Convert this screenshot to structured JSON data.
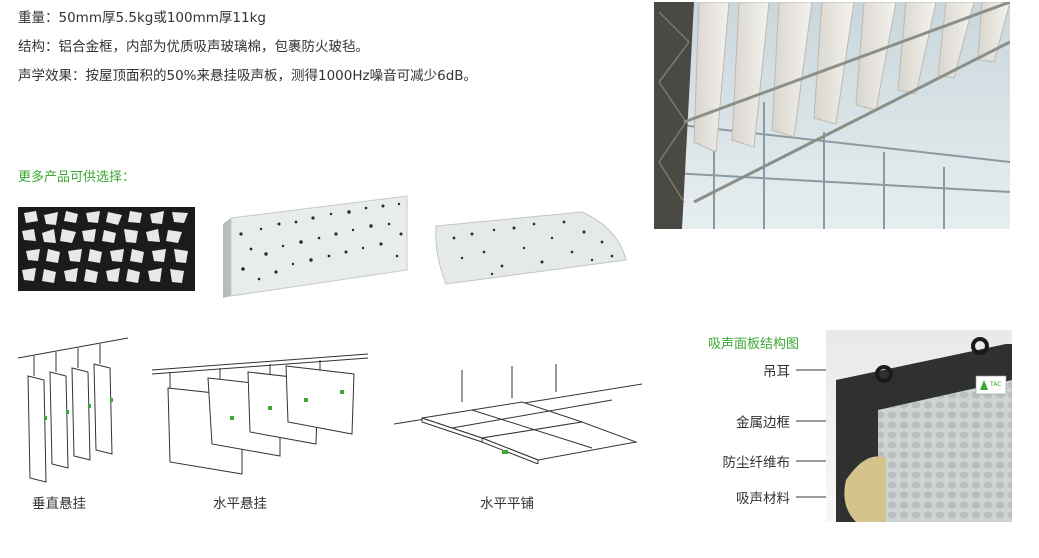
{
  "specs": {
    "weight": "重量：50mm厚5.5kg或100mm厚11kg",
    "structure": "结构：铝合金框，内部为优质吸声玻璃棉，包裹防火玻毡。",
    "acoustic": "声学效果：按屋顶面积的50%来悬挂吸声板，测得1000Hz噪音可减少6dB。"
  },
  "more_products_title": "更多产品可供选择：",
  "installation": {
    "vertical": "垂直悬挂",
    "horizontal": "水平悬挂",
    "flat": "水平平铺"
  },
  "structure_diagram": {
    "title": "吸声面板结构图",
    "parts": [
      "吊耳",
      "金属边框",
      "防尘纤维布",
      "吸声材料"
    ],
    "logo_text": "TAC"
  },
  "colors": {
    "accent_green": "#3aa832",
    "text": "#333333"
  }
}
